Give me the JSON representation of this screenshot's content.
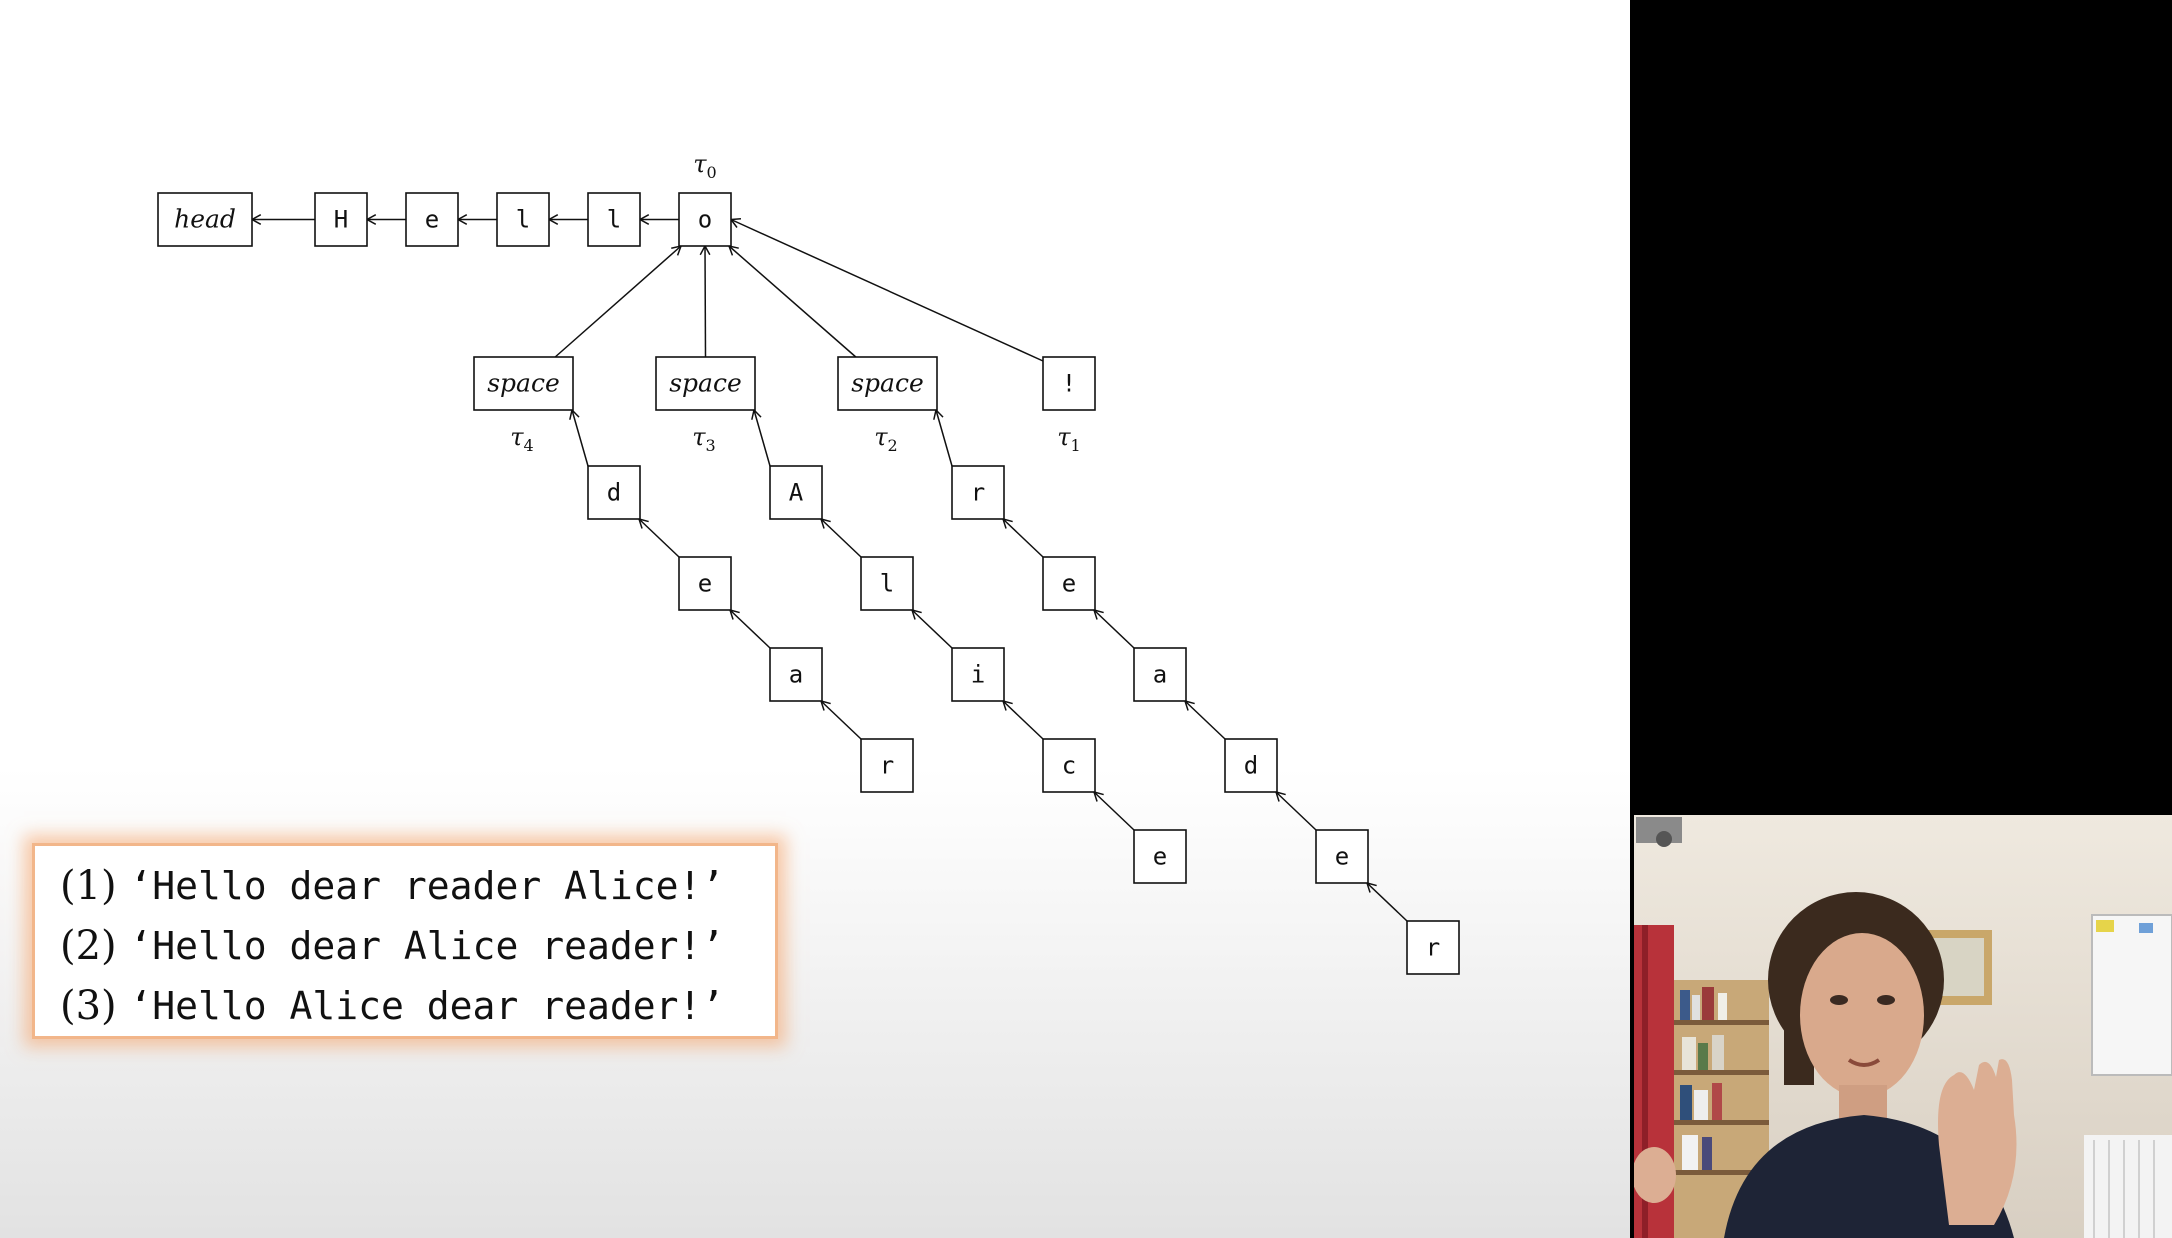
{
  "diagram": {
    "nodes": {
      "head": "head",
      "H": "H",
      "e1": "e",
      "l1": "l",
      "l2": "l",
      "o": "o",
      "sp4": "space",
      "sp3": "space",
      "sp2": "space",
      "excl": "!",
      "d1": "d",
      "e2": "e",
      "a1": "a",
      "r1": "r",
      "A": "A",
      "l3": "l",
      "i": "i",
      "c": "c",
      "e3": "e",
      "r2": "r",
      "e4": "e",
      "a2": "a",
      "d2": "d",
      "e5": "e",
      "r3": "r"
    },
    "tau_labels": {
      "t0": {
        "base": "τ",
        "sub": "0"
      },
      "t1": {
        "base": "τ",
        "sub": "1"
      },
      "t2": {
        "base": "τ",
        "sub": "2"
      },
      "t3": {
        "base": "τ",
        "sub": "3"
      },
      "t4": {
        "base": "τ",
        "sub": "4"
      }
    }
  },
  "examples": [
    {
      "num": "(1)",
      "text": "‘Hello dear reader Alice!’"
    },
    {
      "num": "(2)",
      "text": "‘Hello dear Alice reader!’"
    },
    {
      "num": "(3)",
      "text": "‘Hello Alice dear reader!’"
    }
  ],
  "webcam": {
    "description_icon": "presenter-webcam"
  }
}
